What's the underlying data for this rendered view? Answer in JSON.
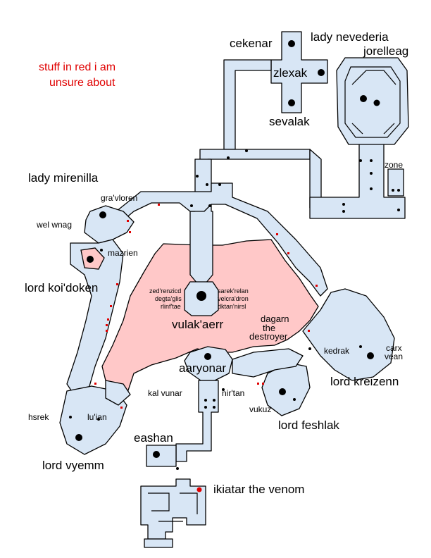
{
  "note": {
    "line1": "stuff in red i am",
    "line2": "unsure about"
  },
  "labels": {
    "cekenar": "cekenar",
    "lady_nevederia": "lady nevederia",
    "jorelleag": "jorelleag",
    "zlexak": "zlexak",
    "sevalak": "sevalak",
    "zone": "zone",
    "lady_mirenilla": "lady mirenilla",
    "gravloren": "gra'vloren",
    "wel_wnag": "wel wnag",
    "mazrien": "mazrien",
    "lord_koidoken": "lord koi'doken",
    "zedrenzicd": "zed'renzicd",
    "degtaglis": "degta'glis",
    "rlinftae": "rlinf'tae",
    "sarekrelan": "sarek'relan",
    "velcradron": "velcra'dron",
    "dktannirsl": "dktan'nirsl",
    "vulakaerr": "vulak'aerr",
    "dagarn": "dagarn",
    "the": "the",
    "destroyer": "destroyer",
    "kedrak": "kedrak",
    "carx": "carx",
    "vean": "vean",
    "lord_kreizenn": "lord kreizenn",
    "aaryonar": "aaryonar",
    "kal_vunar": "kal vunar",
    "nirtan": "nir'tan",
    "vukuz": "vukuz",
    "lord_feshlak": "lord feshlak",
    "hsrek": "hsrek",
    "luian": "lu'ian",
    "lord_vyemm": "lord vyemm",
    "eashan": "eashan",
    "ikiatar": "ikiatar the venom"
  },
  "colors": {
    "corridor": "#d8e6f5",
    "uncertain_zone": "#ffc8c8",
    "note": "#e00000",
    "marker": "#000000"
  }
}
